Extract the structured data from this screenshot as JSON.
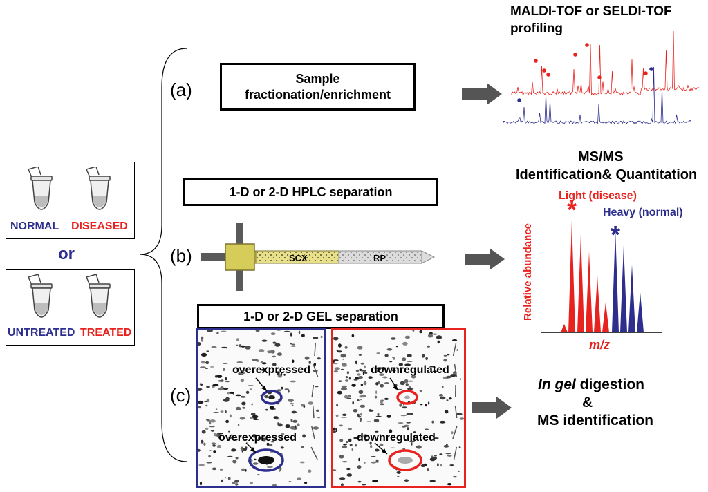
{
  "samples": {
    "panel1": {
      "left": "NORMAL",
      "right": "DISEASED"
    },
    "or": "or",
    "panel2": {
      "left": "UNTREATED",
      "right": "TREATED"
    }
  },
  "steps": {
    "a": "(a)",
    "b": "(b)",
    "c": "(c)"
  },
  "boxes": {
    "fractionation": "Sample\nfractionation/enrichment",
    "hplc": "1-D or 2-D  HPLC separation",
    "gel": "1-D or 2-D GEL separation"
  },
  "column": {
    "scx": "SCX",
    "rp": "RP"
  },
  "maldi": {
    "title_line1": "MALDI-TOF or SELDI-TOF",
    "title_line2": "profiling"
  },
  "msms": {
    "title_line1": "MS/MS",
    "title_line2": "Identification& Quantitation",
    "light": "Light (disease)",
    "heavy": "Heavy (normal)",
    "ylabel": "Relative abundance",
    "xlabel": "m/z",
    "marker": "*"
  },
  "gel_labels": {
    "normal_top": "overexpressed",
    "normal_bottom": "overexpressed",
    "disease_top": "downregulated",
    "disease_bottom": "downregulated"
  },
  "digestion": {
    "line1_italic": "In gel",
    "line1_rest": " digestion",
    "line2": "&",
    "line3": "MS identification"
  },
  "colors": {
    "blue": "#2e2e8f",
    "red": "#e8231f",
    "arrow": "#555555",
    "column_yellow": "#e8e08a"
  }
}
